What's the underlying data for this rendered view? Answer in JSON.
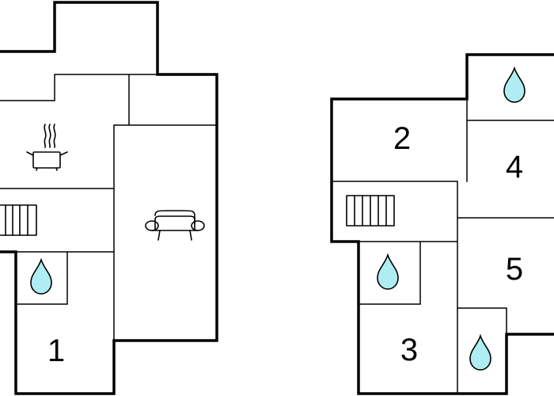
{
  "rooms": {
    "room_1": "1",
    "room_2": "2",
    "room_3": "3",
    "room_4": "4",
    "room_5": "5"
  },
  "icons": {
    "bathroom": "water-drop-icon",
    "kitchen": "cooking-pot-icon",
    "living": "sofa-icon",
    "stairs": "stairs-icon"
  },
  "colors": {
    "walls": "#000000",
    "water": "#aeeef2",
    "background": "#ffffff"
  }
}
